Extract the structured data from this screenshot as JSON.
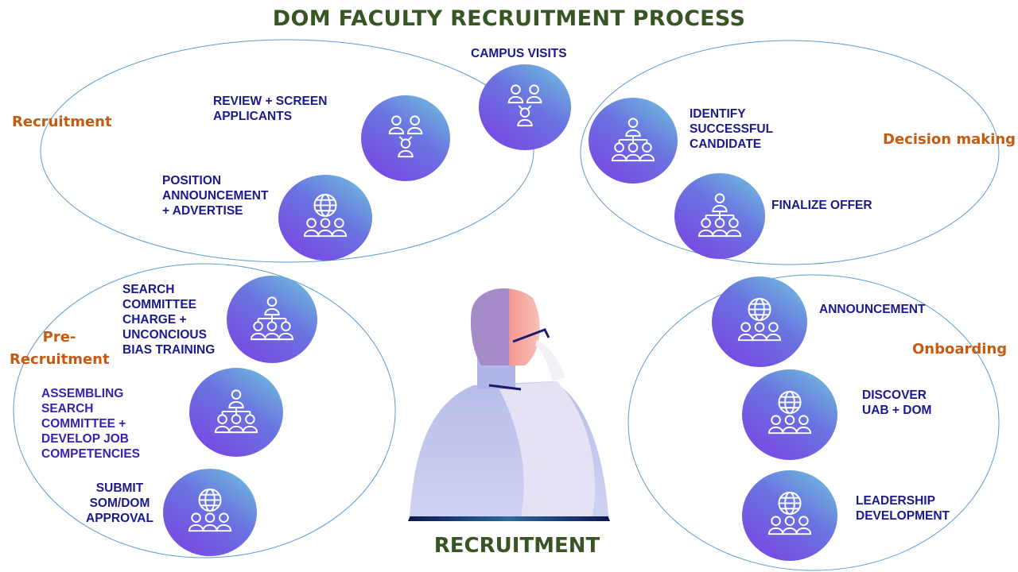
{
  "title": "DOM FACULTY RECRUITMENT PROCESS",
  "bottom_label": "RECRUITMENT",
  "colors": {
    "title": "#375623",
    "phase": "#c55a11",
    "step_text": "#1a1a8c",
    "oval_stroke": "#5b9bd5",
    "circle_gradient": [
      "#6fc6dc",
      "#6a73e0",
      "#7b3fe4"
    ]
  },
  "phases": [
    {
      "name": "Recruitment",
      "steps": [
        {
          "label": "POSITION ANNOUNCEMENT + ADVERTISE",
          "lines": "POSITION\nANNOUNCEMENT\n+ ADVERTISE",
          "icon": "globe-team-icon"
        },
        {
          "label": "REVIEW + SCREEN APPLICANTS",
          "lines": "REVIEW + SCREEN\nAPPLICANTS",
          "icon": "group-network-icon"
        },
        {
          "label": "CAMPUS VISITS",
          "lines": "CAMPUS VISITS",
          "icon": "group-network-icon"
        }
      ]
    },
    {
      "name": "Decision making",
      "steps": [
        {
          "label": "IDENTIFY SUCCESSFUL CANDIDATE",
          "lines": "IDENTIFY\nSUCCESSFUL\nCANDIDATE",
          "icon": "org-hierarchy-icon"
        },
        {
          "label": "FINALIZE OFFER",
          "lines": "FINALIZE OFFER",
          "icon": "org-hierarchy-icon"
        }
      ]
    },
    {
      "name": "Pre-\nRecruitment",
      "steps": [
        {
          "label": "SEARCH COMMITTEE CHARGE + UNCONCIOUS BIAS TRAINING",
          "lines": "SEARCH\nCOMMITTEE\nCHARGE +\nUNCONCIOUS\nBIAS TRAINING",
          "icon": "org-hierarchy-icon"
        },
        {
          "label": "ASSEMBLING SEARCH COMMITTEE + DEVELOP JOB COMPETENCIES",
          "lines": "ASSEMBLING\nSEARCH\nCOMMITTEE +\nDEVELOP JOB\nCOMPETENCIES",
          "icon": "org-hierarchy-icon"
        },
        {
          "label": "SUBMIT SOM/DOM APPROVAL",
          "lines": "SUBMIT\nSOM/DOM\nAPPROVAL",
          "icon": "globe-team-icon"
        }
      ]
    },
    {
      "name": "Onboarding",
      "steps": [
        {
          "label": "ANNOUNCEMENT",
          "lines": "ANNOUNCEMENT",
          "icon": "globe-team-icon"
        },
        {
          "label": "DISCOVER UAB + DOM",
          "lines": "DISCOVER\nUAB + DOM",
          "icon": "globe-team-icon"
        },
        {
          "label": "LEADERSHIP DEVELOPMENT",
          "lines": "LEADERSHIP\nDEVELOPMENT",
          "icon": "globe-team-icon"
        }
      ]
    }
  ]
}
